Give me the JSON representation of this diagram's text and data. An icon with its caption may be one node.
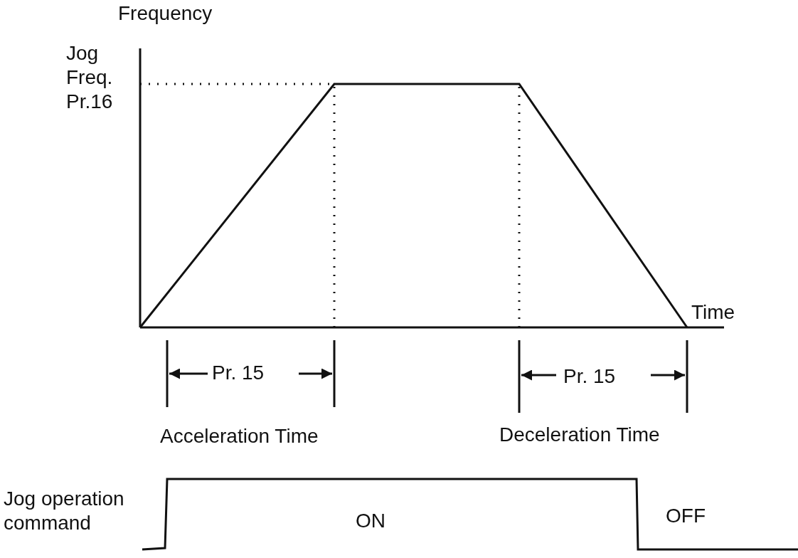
{
  "diagram": {
    "labels": [
      "Frequency",
      "Jog Freq. Pr.16",
      "Time",
      "Pr. 15",
      "Pr. 15",
      "Acceleration Time",
      "Deceleration Time",
      "Jog operation command",
      "ON",
      "OFF"
    ]
  }
}
